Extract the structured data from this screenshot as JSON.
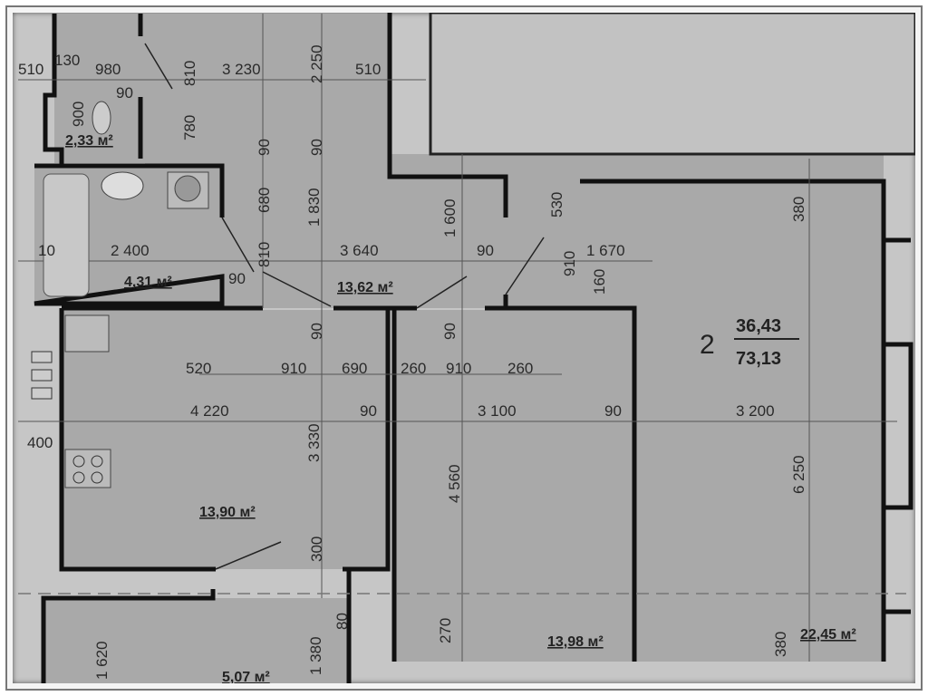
{
  "apartment": {
    "rooms_count": "2",
    "living_area": "36,43",
    "total_area": "73,13"
  },
  "areas": {
    "toilet": "2,33 м²",
    "bathroom": "4,31 м²",
    "hall": "13,62 м²",
    "kitchen": "13,90 м²",
    "bedroom": "13,98 м²",
    "living_room": "22,45 м²",
    "bottom_room": "5,07 м²"
  },
  "dims_h": [
    "510",
    "130",
    "980",
    "90",
    "3 230",
    "510",
    "10",
    "2 400",
    "3 640",
    "90",
    "1 670",
    "90",
    "520",
    "910",
    "690",
    "260",
    "910",
    "260",
    "4 220",
    "90",
    "3 100",
    "90",
    "3 200",
    "400"
  ],
  "dims_v": [
    "810",
    "2 250",
    "900",
    "780",
    "90",
    "90",
    "680",
    "1 830",
    "810",
    "1 600",
    "530",
    "910",
    "160",
    "380",
    "90",
    "90",
    "3 330",
    "4 560",
    "6 250",
    "300",
    "1 620",
    "1 380",
    "80",
    "270",
    "380"
  ]
}
